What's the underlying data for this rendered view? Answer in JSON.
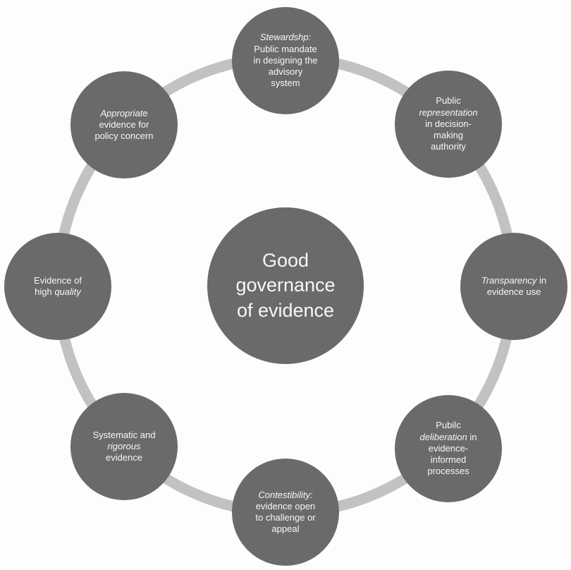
{
  "colors": {
    "node_fill": "#6a6a6a",
    "ring": "#c2c2c2",
    "text": "#f7f7f7"
  },
  "diagram": {
    "center": {
      "text": "Good\ngovernance\nof evidence"
    },
    "nodes": [
      {
        "id": "stewardship",
        "segments": [
          {
            "text": "Stewardshp:",
            "italic": true
          },
          {
            "text": "\nPublic mandate\nin designing the\nadvisory\nsystem",
            "italic": false
          }
        ]
      },
      {
        "id": "representation",
        "segments": [
          {
            "text": "Public\n",
            "italic": false
          },
          {
            "text": "representation",
            "italic": true
          },
          {
            "text": "\nin decision-\nmaking\nauthority",
            "italic": false
          }
        ]
      },
      {
        "id": "transparency",
        "segments": [
          {
            "text": "Transparency",
            "italic": true
          },
          {
            "text": " in\nevidence use",
            "italic": false
          }
        ]
      },
      {
        "id": "deliberation",
        "segments": [
          {
            "text": "Pubilc\n",
            "italic": false
          },
          {
            "text": "deliberation",
            "italic": true
          },
          {
            "text": " in\nevidence-\ninformed\nprocesses",
            "italic": false
          }
        ]
      },
      {
        "id": "contestability",
        "segments": [
          {
            "text": "Contestibility:",
            "italic": true
          },
          {
            "text": "\nevidence open\nto challenge or\nappeal",
            "italic": false
          }
        ]
      },
      {
        "id": "rigorous-evidence",
        "segments": [
          {
            "text": "Systematic and\n",
            "italic": false
          },
          {
            "text": "rigorous",
            "italic": true
          },
          {
            "text": "\nevidence",
            "italic": false
          }
        ]
      },
      {
        "id": "evidence-quality",
        "segments": [
          {
            "text": "Evidence of\nhigh ",
            "italic": false
          },
          {
            "text": "quality",
            "italic": true
          }
        ]
      },
      {
        "id": "appropriate-evidence",
        "segments": [
          {
            "text": "Appropriate",
            "italic": true
          },
          {
            "text": "\nevidence for\npolicy concern",
            "italic": false
          }
        ]
      }
    ]
  }
}
